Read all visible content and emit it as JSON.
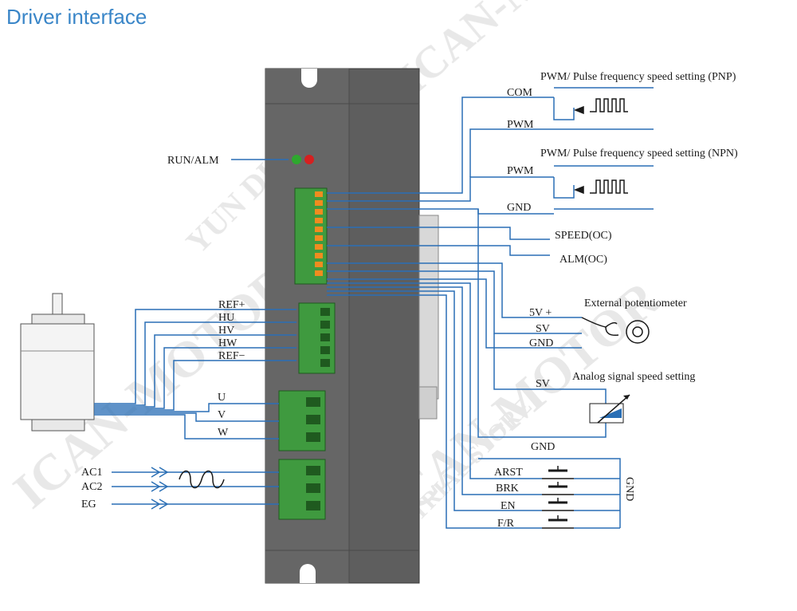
{
  "page": {
    "title": "Driver interface"
  },
  "watermark": {
    "line1": "ICAN-MOTOR",
    "line2": "YUN DUAN",
    "line3": "INDUSTRIAL STORE"
  },
  "indicator": {
    "label": "RUN/ALM"
  },
  "motor_signals": [
    "REF+",
    "HU",
    "HV",
    "HW",
    "REF−"
  ],
  "motor_phases": [
    "U",
    "V",
    "W"
  ],
  "power_inputs": [
    "AC1",
    "AC2",
    "EG"
  ],
  "pnp": {
    "title": "PWM/ Pulse frequency speed setting (PNP)",
    "com": "COM",
    "pwm": "PWM"
  },
  "npn": {
    "title": "PWM/ Pulse frequency speed setting (NPN)",
    "pwm": "PWM",
    "gnd": "GND"
  },
  "outputs": {
    "speed": "SPEED(OC)",
    "alm": "ALM(OC)"
  },
  "potentiometer": {
    "title": "External potentiometer",
    "v5": "5V +",
    "sv": "SV",
    "gnd": "GND"
  },
  "analog": {
    "title": "Analog signal speed setting",
    "sv": "SV",
    "gnd": "GND"
  },
  "switches": {
    "labels": [
      "ARST",
      "BRK",
      "EN",
      "F/R"
    ],
    "common": "GND"
  },
  "colors": {
    "wire": "#2a6fb5",
    "driver_body": "#5e5e5e",
    "terminal": "#3f9a3f",
    "led_green": "#2ea82e",
    "led_red": "#d62020",
    "title": "#3a86c8"
  }
}
